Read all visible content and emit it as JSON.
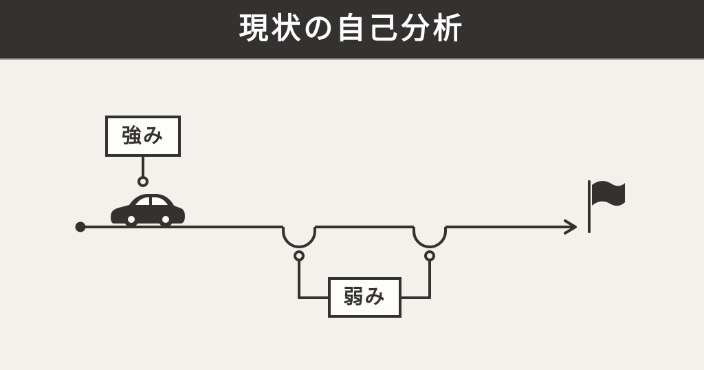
{
  "header": {
    "title": "現状の自己分析"
  },
  "diagram": {
    "strength_box": {
      "label": "強み"
    },
    "weakness_box": {
      "label": "弱み"
    },
    "icons": {
      "start": "start-dot-icon",
      "vehicle": "car-icon",
      "dips": "pothole-dip",
      "arrow": "arrow-right-icon",
      "goal": "goal-flag-icon"
    },
    "pothole_count": 2
  },
  "colors": {
    "header_bg": "#333230",
    "header_text": "#ffffff",
    "header_divider": "#a9a8a1",
    "canvas_bg": "#f3f1ec",
    "ink": "#34322e",
    "box_bg": "#fdfdfb"
  }
}
